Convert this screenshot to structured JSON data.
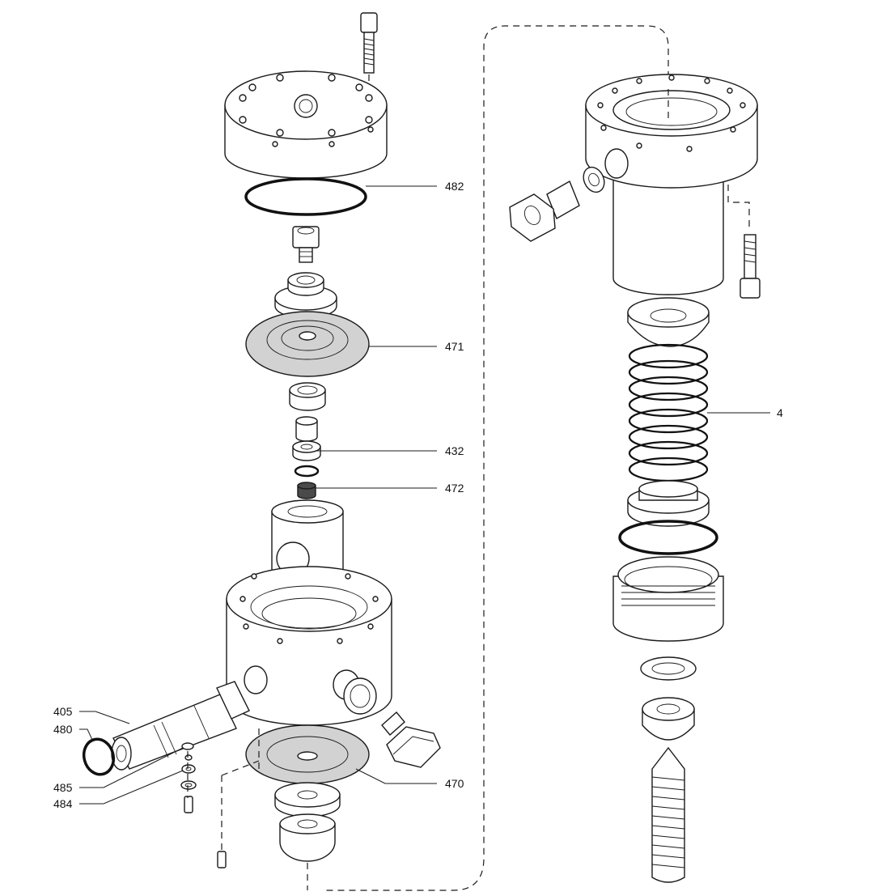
{
  "diagram": {
    "labels": {
      "p482": "482",
      "p471": "471",
      "p432": "432",
      "p472": "472",
      "p4": "4",
      "p405": "405",
      "p480": "480",
      "p485": "485",
      "p484": "484",
      "p470": "470"
    }
  }
}
